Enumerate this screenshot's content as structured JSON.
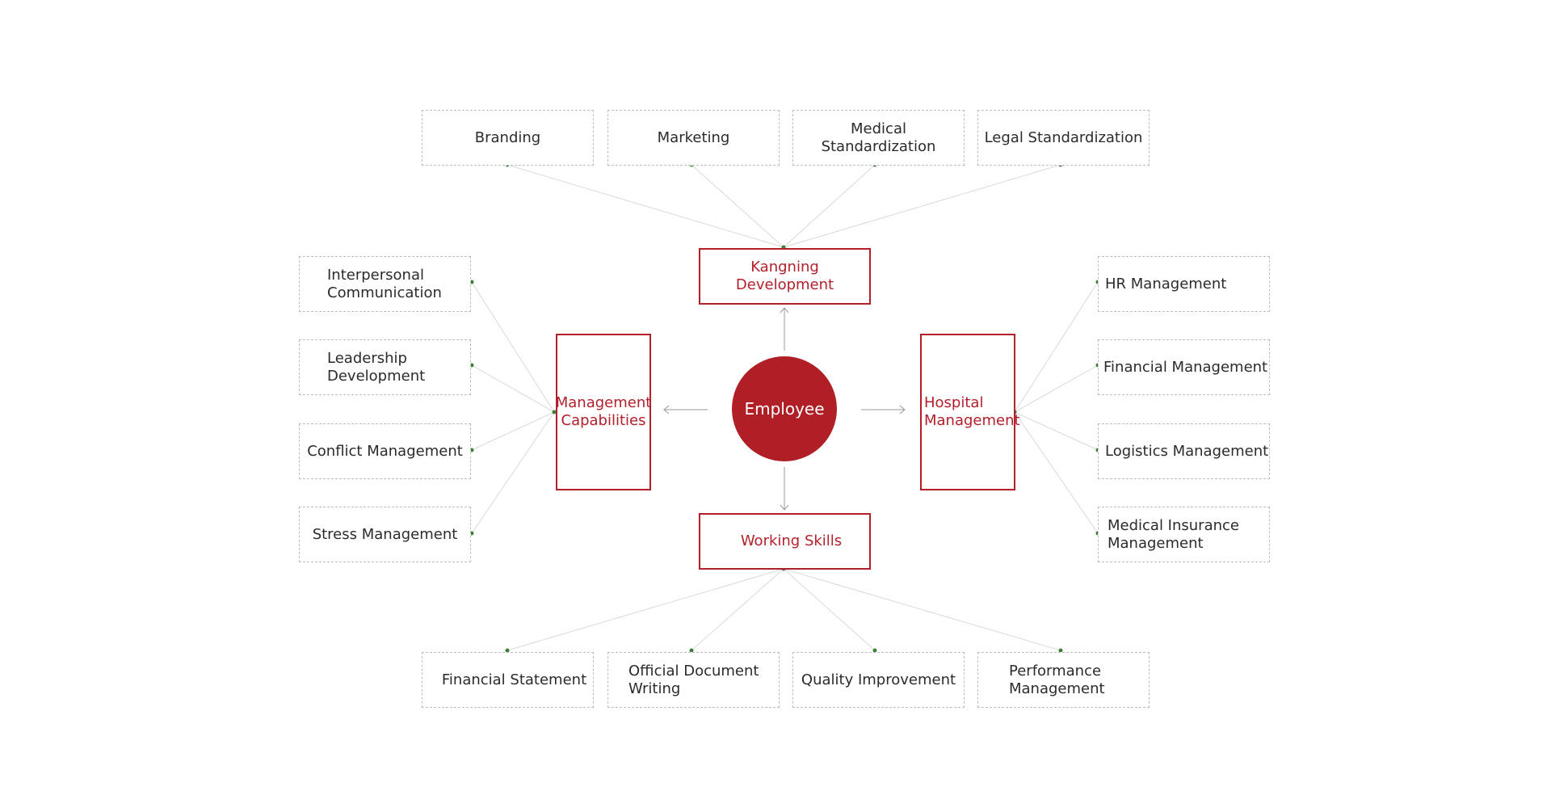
{
  "hub": {
    "label": "Employee"
  },
  "categories": {
    "top": "Kangning Development",
    "left": "Management\nCapabilities",
    "right": "Hospital\nManagement",
    "bottom": "Working Skills"
  },
  "top_items": [
    "Branding",
    "Marketing",
    "Medical Standardization",
    "Legal Standardization"
  ],
  "left_items": [
    "Interpersonal\nCommunication",
    "Leadership\nDevelopment",
    "Conflict Management",
    "Stress Management"
  ],
  "right_items": [
    "HR Management",
    "Financial Management",
    "Logistics Management",
    "Medical Insurance\nManagement"
  ],
  "bottom_items": [
    "Financial Statement",
    "Official Document\nWriting",
    "Quality Improvement",
    "Performance\nManagement"
  ],
  "colors": {
    "accent": "#b01e26",
    "connector": "#d9d9d9",
    "node_dot": "#3f7f3a",
    "dashed_border": "#bdbdbd"
  }
}
